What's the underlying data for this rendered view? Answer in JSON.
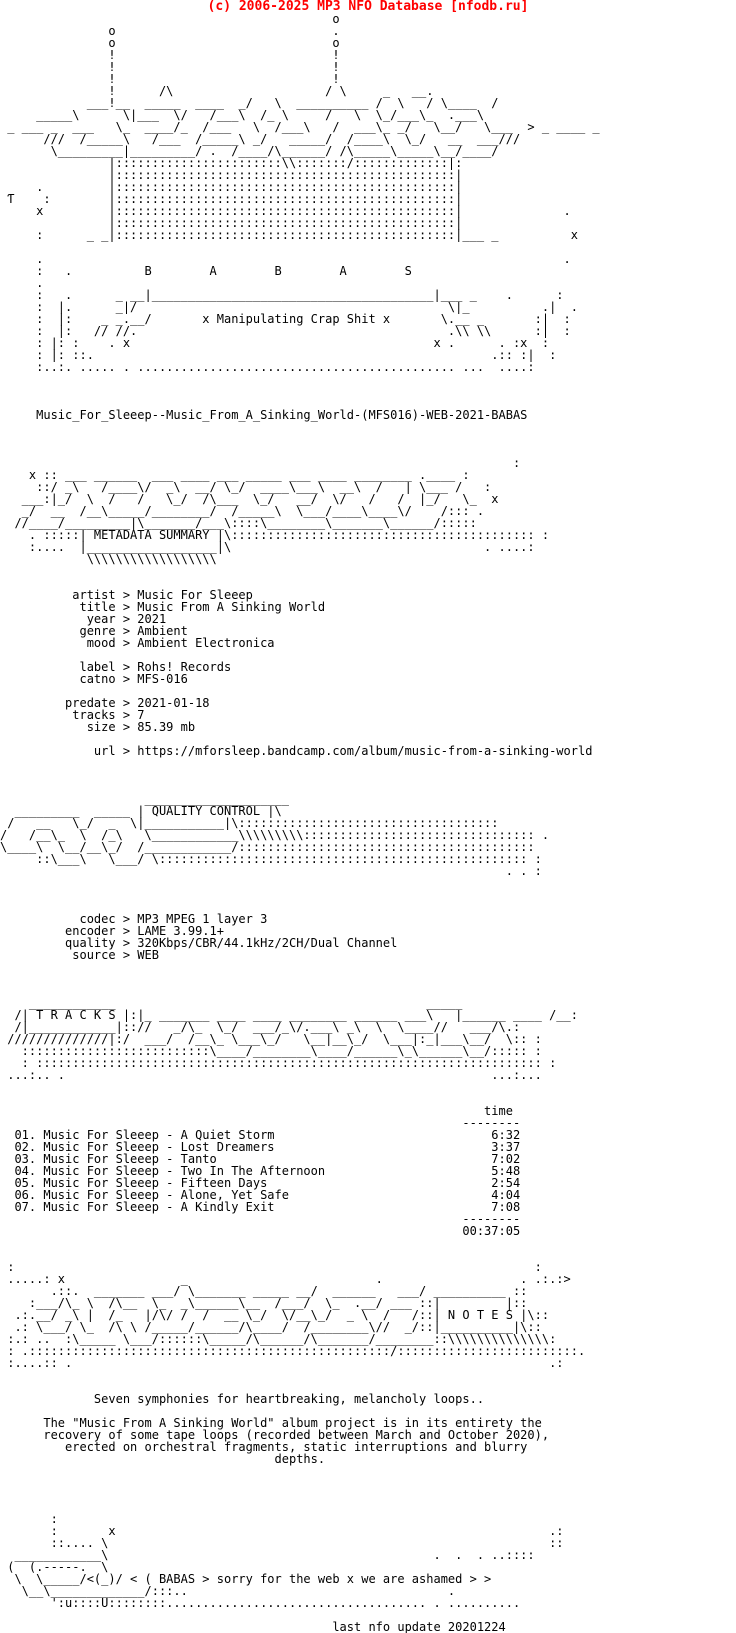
{
  "banner": "(c) 2006-2025 MP3 NFO Database [nfodb.ru]",
  "nfo_lines": [
    "                                              o",
    "               o                              .",
    "               o                              o",
    "               !                              !",
    "               !                              !",
    "               !                              !",
    "               !      /\\                     / \\     _   __.",
    "            ___!__  _____  ____  _/   \\  __________ /  \\   / \\____  /",
    "     _____\\      \\|___  \\/   /___\\  /_ \\     /   \\  \\_/___\\_  .___\\",
    " _ ___ _  ___   \\_  ____/_  /___   \\  /___\\   /  ___\\_ _/   \\__/   \\___  > _ ____ _",
    "      ///  /_____\\   /___  /_____\\ _/   _____/  /____\\  \\_/   __  ___///",
    "       \\_________|_________/ .  /____/\\______/ /\\_____\\_____\\__/____/",
    "               |:::::::::::::::::::::::\\\\:::::::/:::::::::::::|:",
    "               |:::::::::::::::::::::::::::::::::::::::::::::::|",
    "     .         |:::::::::::::::::::::::::::::::::::::::::::::::|",
    " Ƭ    :        |:::::::::::::::::::::::::::::::::::::::::::::::|",
    "     x         |:::::::::::::::::::::::::::::::::::::::::::::::|              .",
    "               |:::::::::::::::::::::::::::::::::::::::::::::::|",
    "     :      _ _|:::::::::::::::::::::::::::::::::::::::::::::::|___ _          x",
    "",
    "     .                                                                        .",
    "     :   .          B        A        B        A        S",
    "     .",
    "     :   .      _ __|_______________________________________|___ _    .      :",
    "     :  |.      _|/                                           \\|_          .|  .",
    "     :  |:    _ _.__/       x Manipulating Crap Shit x       \\.__ _       :|  :",
    "     :  |:   // //.                                           .\\\\ \\\\      :|  :",
    "     : |: :    . x                                          x .      . :x  :",
    "     : |: ::.                                                       .:: :|  :",
    "     :..:. ..... . ............................................ ...  ....:",
    "",
    "",
    "",
    "     Music_For_Sleeep--Music_From_A_Sinking_World-(MFS016)-WEB-2021-BABAS",
    "",
    "",
    "",
    "                                                                       :",
    "    x :: ___ ______  ___ ____ ___ _____ ___ ____ ________ .____ :",
    "     ::/ _\\   /____\\/  _\\  __/ \\_/  ____\\___\\  __\\  /   | \\___ /   :",
    "   ___:|_/  \\  /   /   \\_/  /\\___  \\_/   __/  \\/   /   /  |_/   \\_  x",
    "   _/  __  /__\\_____/________/  /_____\\  \\___/____\\____\\/    /::: .",
    "  //____/_________|\\_______/___\\::::\\________\\_______\\______/:::::",
    "    . :::::| METADATA SUMMARY |\\:::::::::::::::::::::::::::::::::::::::::: :",
    "    :....  |__________________|\\                                   . ....:",
    "            \\\\\\\\\\\\\\\\\\\\\\\\\\\\\\\\\\\\",
    "",
    "",
    "          artist > Music For Sleeep",
    "           title > Music From A Sinking World",
    "            year > 2021",
    "           genre > Ambient",
    "            mood > Ambient Electronica",
    "",
    "           label > Rohs! Records",
    "           catno > MFS-016",
    "",
    "         predate > 2021-01-18",
    "          tracks > 7",
    "            size > 85.39 mb",
    "",
    "             url > https://mforsleep.bandcamp.com/album/music-from-a-sinking-world",
    "",
    "",
    "",
    "                    ____________________",
    "  _________  _____ | QUALITY CONTROL |\\",
    " /   __   \\_/  _  \\|___________|\\::::::::::::::::::::::::::::::::::::",
    "/   /__\\_  \\  /_\\   \\____________\\\\\\\\\\\\\\\\\\:::::::::::::::::::::::::::::::: .",
    "\\____\\  \\__/__\\_/  /____________/:::::::::::::::::::::::::::::::::::::::::",
    "     ::\\___\\   \\___/ \\::::::::::::::::::::::::::::::::::::::::::::::::::: :",
    "                                                                      . . :",
    "",
    "",
    "",
    "           codec > MP3 MPEG 1 layer 3",
    "         encoder > LAME 3.99.1+",
    "         quality > 320Kbps/CBR/44.1kHz/2CH/Dual Channel",
    "          source > WEB",
    "",
    "",
    "",
    "    ____________                                           _____",
    "  /| T R A C K S |:|_ _______ ____ ____ ________ ______ ___\\   |______ ____ /__:",
    "  /|____________|:://   _/\\_  \\_/  ___/_\\/.___\\ _\\  \\  \\____//   ___/\\.:",
    " //////////////|:/  ___/  /__\\_ \\___\\_/   \\__|__\\_/  \\___|:_|___\\__/  \\:: :",
    "   ::::::::::::::::::::::::::\\____/________\\____/______\\_\\______\\__/::::: :",
    "   : :::::::::::::::::::::::::::::::::::::::::::::::::::::::::::::::::::::: :",
    " ...:.. .                                                           ...:...",
    "",
    "",
    "                                                                   time",
    "                                                                --------",
    "  01. Music For Sleeep - A Quiet Storm                              6:32",
    "  02. Music For Sleeep - Lost Dreamers                              3:37",
    "  03. Music For Sleeep - Tanto                                      7:02",
    "  04. Music For Sleeep - Two In The Afternoon                       5:48",
    "  05. Music For Sleeep - Fifteen Days                               2:54",
    "  06. Music For Sleeep - Alone, Yet Safe                            4:04",
    "  07. Music For Sleeep - A Kindly Exit                              7:08",
    "                                                                --------",
    "                                                                00:37:05",
    "",
    "",
    " :                                                                        :",
    " .....: x                _                          .                   . .:.:>",
    "       .::.  _______ ___/ \\_______ _____ __/  ______   ___/ __________ ::",
    "    :___/\\_ \\  /\\__  \\_  _\\______\\__  /___/  \\_  .__/ ___ ::|         |::",
    "  .:.__/ _\\ |  /_   |/\\/ /  /  __ \\_/  \\/__\\_/  _ \\  /   /::| N O T E S |\\::",
    "  .: \\___/ \\_  /\\ \\ /_____/______/\\____/  /________\\//  _/::|__________|\\::",
    " :.: ..  :\\_____ \\___/::::::\\_____/\\______/\\_______/________::\\\\\\\\\\\\\\\\\\\\\\\\\\\\:",
    " : .::::::::::::::::::::::::::::::::::::::::::::::::::/:::::::::::::::::::::::::.",
    " :....:: .                                                                  .:",
    "",
    "",
    "             Seven symphonies for heartbreaking, melancholy loops..",
    "",
    "      The \"Music From A Sinking World\" album project is in its entirety the",
    "      recovery of some tape loops (recorded between March and October 2020),",
    "         erected on orchestral fragments, static interruptions and blurry",
    "                                      depths.",
    "",
    "",
    "",
    "",
    "       :",
    "       :       x                                                            .:",
    "       ::.... \\                                                             ::",
    "  ____________\\                                             .  .  . ..::::",
    " (  (.-----.  \\",
    "  \\  \\_____/<(_)/ < ( BABAS > sorry for the web x we are ashamed > >",
    "   \\__\\_____________/:::..                                    .",
    "       ':u::::U::::::::.................................... . ..........",
    "",
    "                                              last nfo update 20201224"
  ]
}
